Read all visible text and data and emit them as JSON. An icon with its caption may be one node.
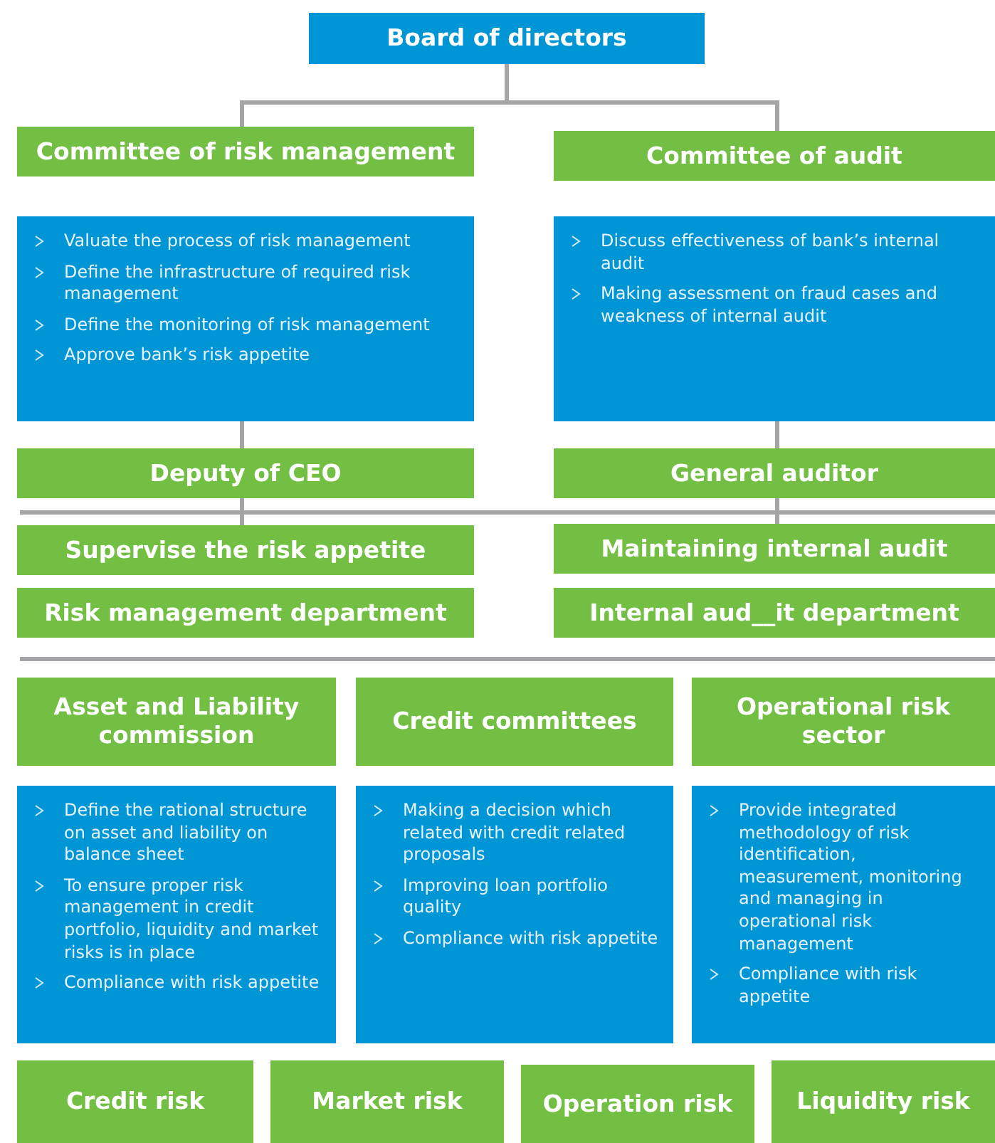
{
  "diagram": {
    "nodes": [
      {
        "text": [
          "Board of directors"
        ]
      },
      {
        "text": [
          "Committee of risk management"
        ]
      },
      {
        "text": [
          "Committee of audit"
        ]
      },
      {
        "text": [
          "Valuate the process  of risk management",
          "Define the infrastructure of required risk management",
          "Define the monitoring of  risk management",
          "Approve bank’s risk appetite"
        ]
      },
      {
        "text": [
          "Discuss effectiveness of bank’s internal audit",
          "Making assessment on fraud cases and weakness of internal audit"
        ]
      },
      {
        "text": [
          "Deputy of CEO"
        ]
      },
      {
        "text": [
          "General auditor"
        ]
      },
      {
        "text": [
          "Supervise the risk appetite"
        ]
      },
      {
        "text": [
          "Maintaining internal audit"
        ]
      },
      {
        "text": [
          "Risk management department"
        ]
      },
      {
        "text": [
          "Internal aud__it department"
        ]
      },
      {
        "text": [
          "Asset and Liability commission"
        ]
      },
      {
        "text": [
          "Credit committees"
        ]
      },
      {
        "text": [
          "Operational risk sector"
        ]
      },
      {
        "text": [
          "Define the rational structure on asset and liability on balance sheet",
          "To ensure proper risk management in credit portfolio, liquidity and market risks is in place",
          "Compliance with risk appetite"
        ]
      },
      {
        "text": [
          "Making a decision which related with credit related proposals",
          "Improving  loan portfolio quality",
          "Compliance with risk appetite"
        ]
      },
      {
        "text": [
          "Provide integrated methodology of risk identification, measurement, monitoring and managing in operational risk management",
          "Compliance with risk appetite"
        ]
      },
      {
        "text": [
          "Credit risk"
        ]
      },
      {
        "text": [
          "Market risk"
        ]
      },
      {
        "text": [
          "Operation risk"
        ]
      },
      {
        "text": [
          "Liquidity risk"
        ]
      }
    ],
    "edges": [
      {
        "from": 0,
        "to": 1,
        "arrow": "none"
      },
      {
        "from": 0,
        "to": 2,
        "arrow": "none"
      },
      {
        "from": 3,
        "to": 5,
        "arrow": "none"
      },
      {
        "from": 4,
        "to": 6,
        "arrow": "none"
      },
      {
        "from": 5,
        "to": 7,
        "arrow": "none"
      },
      {
        "from": 6,
        "to": 8,
        "arrow": "none"
      }
    ]
  }
}
